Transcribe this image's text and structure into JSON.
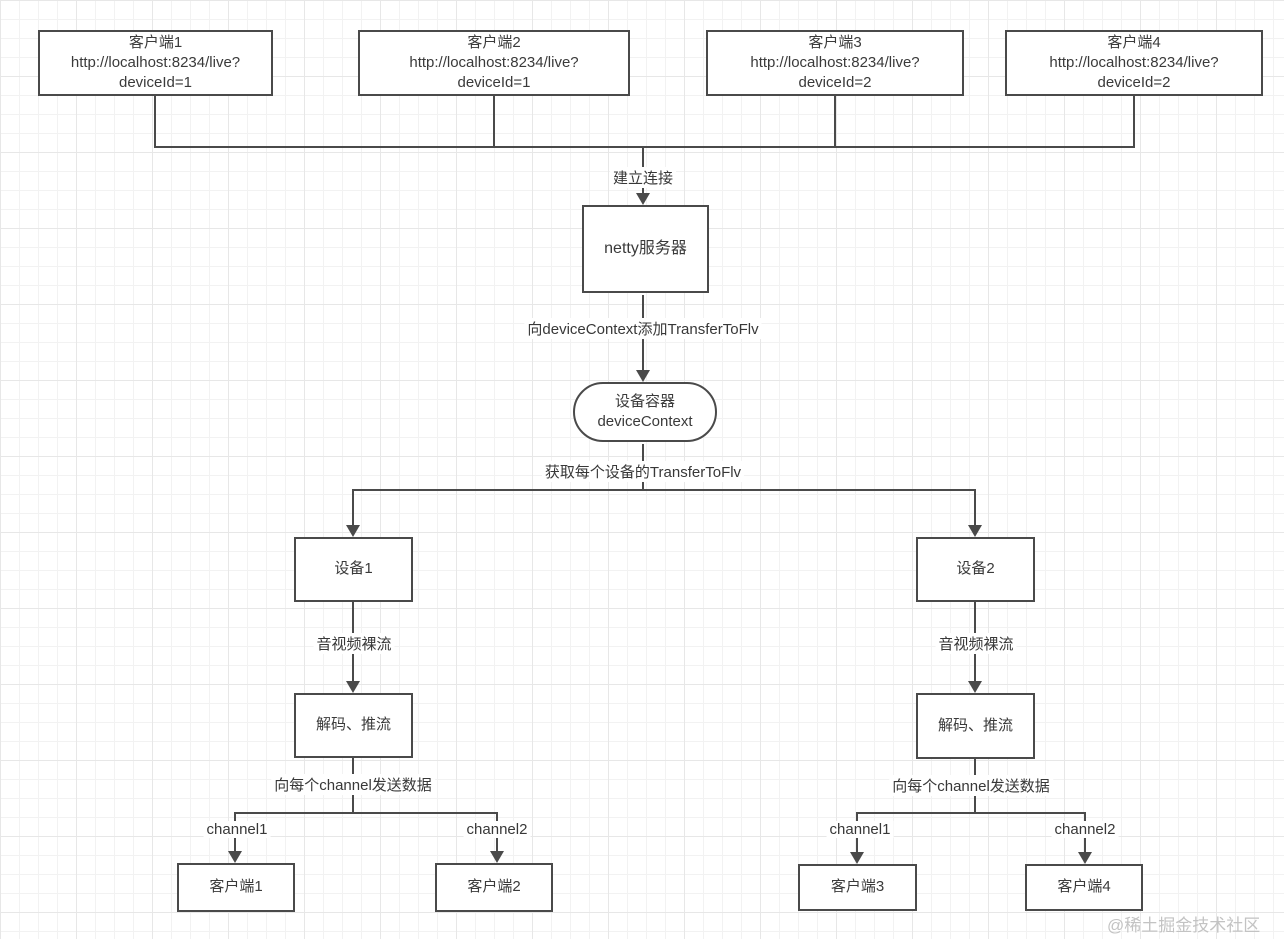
{
  "watermark": "@稀土掘金技术社区",
  "colors": {
    "line": "#4a4a4a",
    "text": "#3a3a3a",
    "watermark": "#c3c3c3",
    "background": "#ffffff",
    "grid_minor": "#f2f2f2",
    "grid_major": "#e7e7e7"
  },
  "diagram": {
    "top_clients": [
      {
        "title": "客户端1",
        "url": "http://localhost:8234/live?",
        "param": "deviceId=1"
      },
      {
        "title": "客户端2",
        "url": "http://localhost:8234/live?",
        "param": "deviceId=1"
      },
      {
        "title": "客户端3",
        "url": "http://localhost:8234/live?",
        "param": "deviceId=2"
      },
      {
        "title": "客户端4",
        "url": "http://localhost:8234/live?",
        "param": "deviceId=2"
      }
    ],
    "netty_server": "netty服务器",
    "device_container": {
      "line1": "设备容器",
      "line2": "deviceContext"
    },
    "devices": [
      {
        "label": "设备1"
      },
      {
        "label": "设备2"
      }
    ],
    "decode_push": "解码、推流",
    "bottom_clients": [
      {
        "label": "客户端1"
      },
      {
        "label": "客户端2"
      },
      {
        "label": "客户端3"
      },
      {
        "label": "客户端4"
      }
    ],
    "edge_labels": {
      "establish_connection": "建立连接",
      "add_transfer_to_flv": "向deviceContext添加TransferToFlv",
      "get_transfer_to_flv": "获取每个设备的TransferToFlv",
      "raw_av_stream": "音视频裸流",
      "send_data_to_channels": "向每个channel发送数据",
      "channel1": "channel1",
      "channel2": "channel2"
    }
  }
}
